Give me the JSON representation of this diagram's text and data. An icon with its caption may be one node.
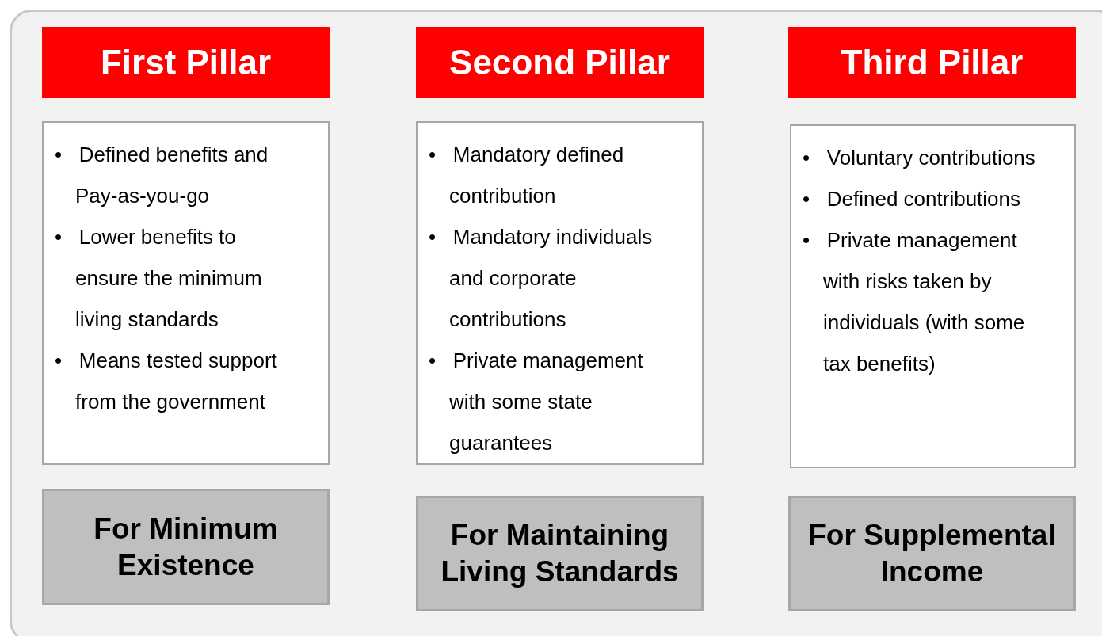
{
  "diagram": {
    "nodes": [
      {
        "text": [],
        "shape": "box"
      },
      {
        "text": [
          "First Pillar"
        ],
        "in": 0
      },
      {
        "text": [
          "• Defined benefits and Pay-as-you-go",
          "• Lower benefits to ensure the minimum living standards",
          "• Means tested support from the government"
        ],
        "in": 0
      },
      {
        "text": [
          "For Minimum Existence"
        ],
        "in": 0
      },
      {
        "text": [
          "Second Pillar"
        ],
        "in": 0
      },
      {
        "text": [
          "• Mandatory defined contribution",
          "• Mandatory individuals and corporate contributions",
          "• Private management with some state guarantees"
        ],
        "in": 0
      },
      {
        "text": [
          "For Maintaining Living Standards"
        ],
        "in": 0
      },
      {
        "text": [
          "Third Pillar"
        ],
        "in": 0
      },
      {
        "text": [
          "• Voluntary contributions",
          "• Defined contributions",
          "• Private management with risks taken by individuals (with some tax benefits)"
        ],
        "in": 0
      },
      {
        "text": [
          "For Supplemental Income"
        ],
        "in": 0
      }
    ],
    "edges": []
  }
}
